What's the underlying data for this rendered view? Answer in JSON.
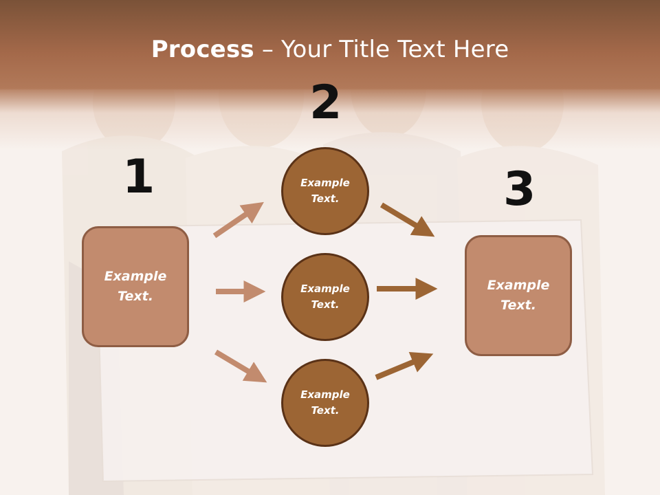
{
  "title": {
    "bold": "Process",
    "rest": " – Your Title Text Here"
  },
  "steps": [
    {
      "number": "1",
      "label": "Example\nText."
    },
    {
      "number": "2",
      "label": "Example\nText."
    },
    {
      "number": "3",
      "label": "Example\nText."
    }
  ],
  "circles": [
    {
      "label": "Example\nText."
    },
    {
      "label": "Example\nText."
    },
    {
      "label": "Example\nText."
    }
  ],
  "colors": {
    "header": "#a4694a",
    "box_fill": "#c28b6e",
    "circle_fill": "#9c6534",
    "arrow_light": "#c28b6e",
    "arrow_dark": "#9c6534"
  }
}
